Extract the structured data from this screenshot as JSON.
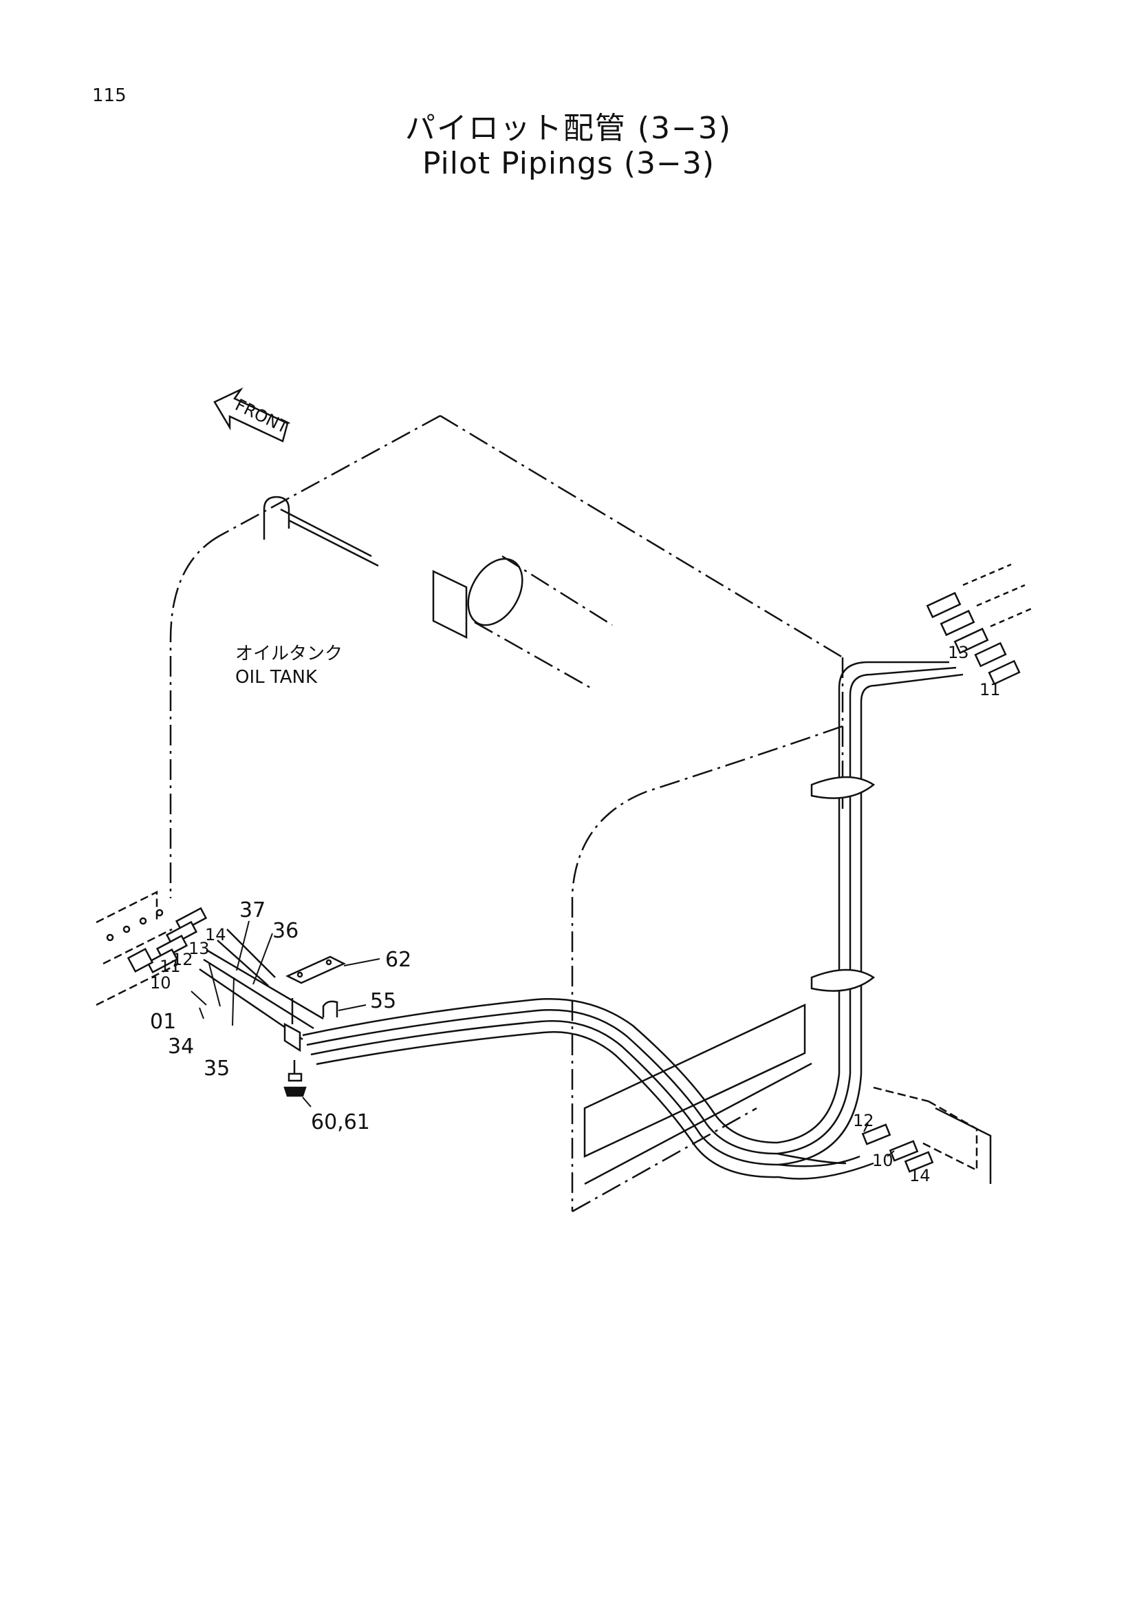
{
  "page": {
    "number": "115"
  },
  "title": {
    "japanese": "パイロット配管 (3−3)",
    "english": "Pilot Pipings (3−3)"
  },
  "diagram": {
    "front_arrow": "FRONT",
    "tank_label_jp": "オイルタンク",
    "tank_label_en": "OIL TANK",
    "callouts": {
      "c37": "37",
      "c36": "36",
      "c62": "62",
      "c55": "55",
      "c14_left": "14",
      "c13_left": "13",
      "c12_left": "12",
      "c11_left": "11",
      "c10_left": "10",
      "c01": "01",
      "c34": "34",
      "c35": "35",
      "c60_61": "60,61",
      "c13_right": "13",
      "c11_right": "11",
      "c12_bottom": "12",
      "c10_bottom": "10",
      "c14_bottom": "14"
    }
  }
}
